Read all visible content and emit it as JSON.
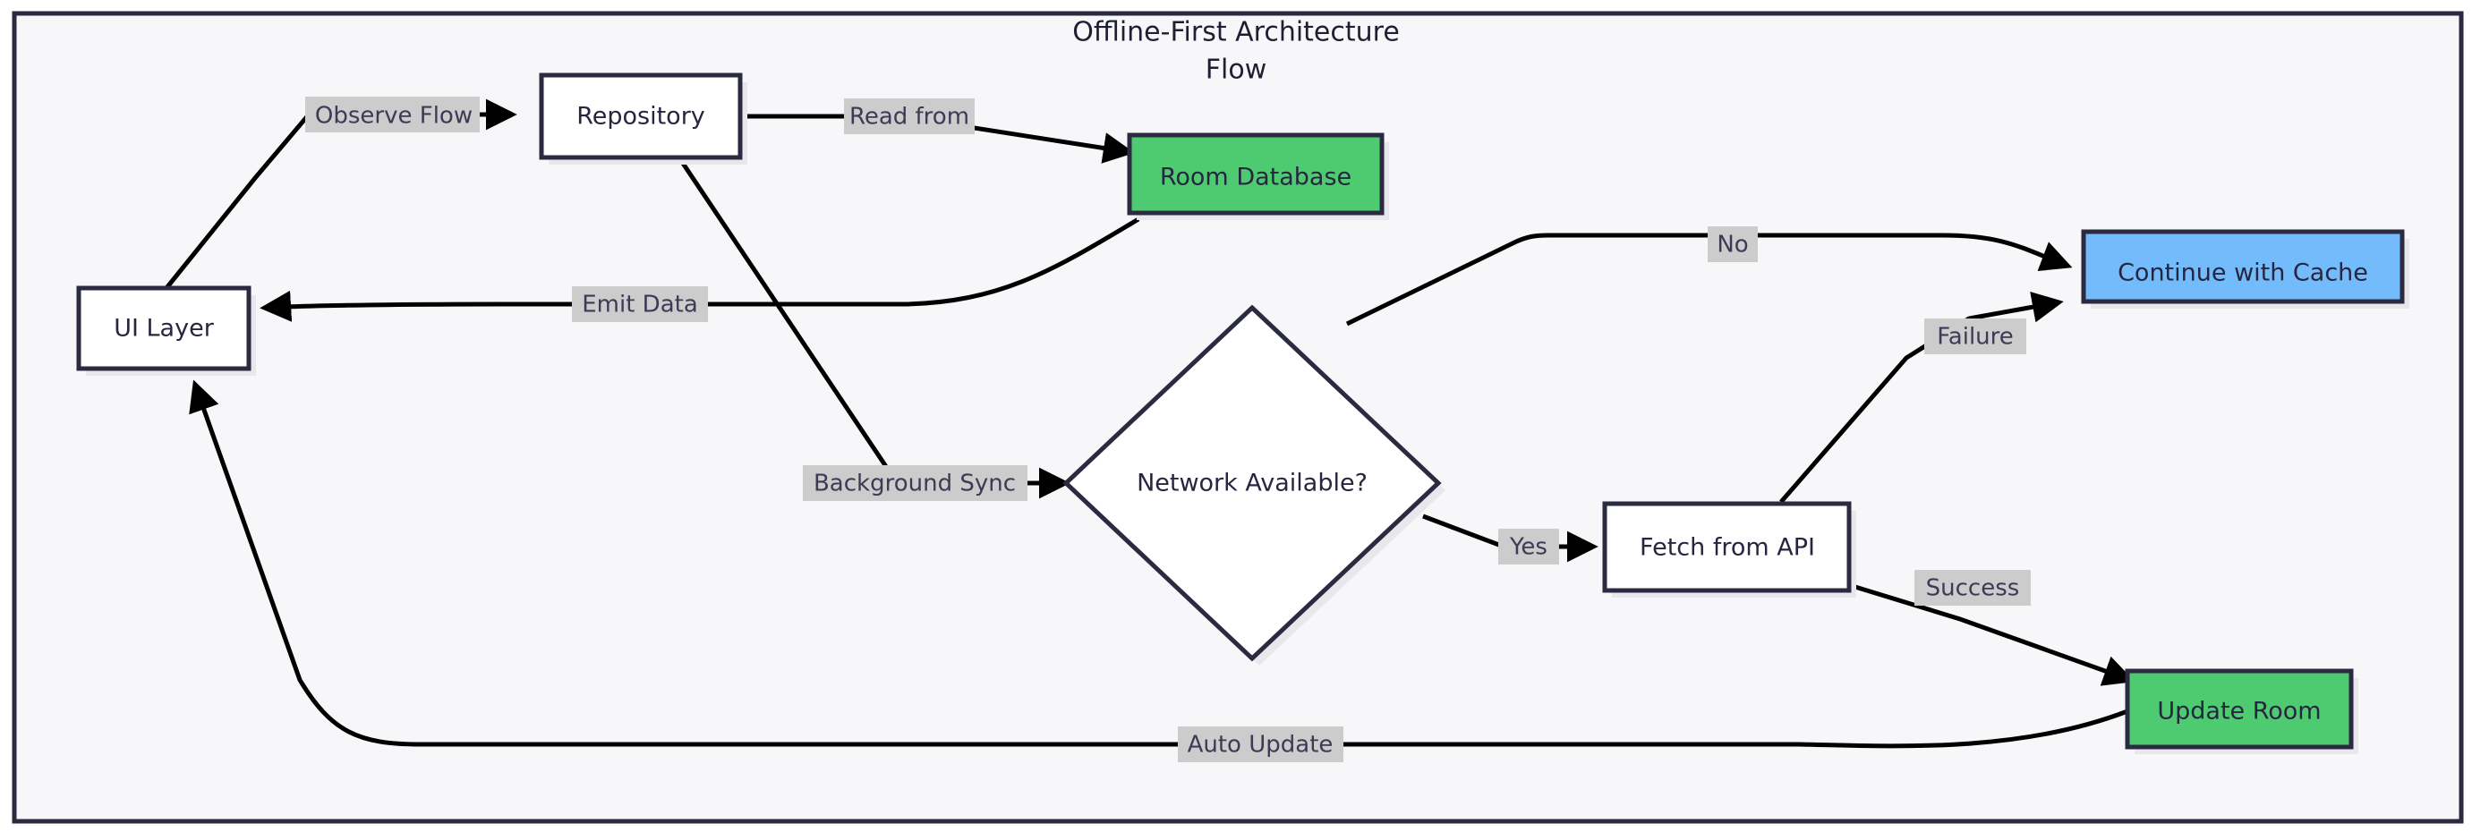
{
  "diagram": {
    "title_line1": "Offline-First Architecture",
    "title_line2": "Flow",
    "canvas": {
      "background": "#f7f7fa",
      "border_color": "#2a2a40",
      "page_background": "#ffffff"
    },
    "palette": {
      "node_fill_default": "#ffffff",
      "node_fill_green": "#4ecb71",
      "node_fill_blue": "#73bbfa",
      "node_stroke": "#2a2a40",
      "text_color": "#262640",
      "edge_color": "#000000",
      "edge_label_bg": "#cccccc",
      "shadow_color": "#e8e8ec"
    },
    "nodes": [
      {
        "id": "ui_layer",
        "label": "UI Layer",
        "shape": "rect",
        "fill": "#ffffff"
      },
      {
        "id": "repository",
        "label": "Repository",
        "shape": "rect",
        "fill": "#ffffff"
      },
      {
        "id": "room_database",
        "label": "Room Database",
        "shape": "rect",
        "fill": "#4ecb71"
      },
      {
        "id": "network_check",
        "label": "Network Available?",
        "shape": "diamond",
        "fill": "#ffffff"
      },
      {
        "id": "continue_cache",
        "label": "Continue with Cache",
        "shape": "rect",
        "fill": "#73bbfa"
      },
      {
        "id": "fetch_api",
        "label": "Fetch from API",
        "shape": "rect",
        "fill": "#ffffff"
      },
      {
        "id": "update_room",
        "label": "Update Room",
        "shape": "rect",
        "fill": "#4ecb71"
      }
    ],
    "edges": [
      {
        "id": "e1",
        "from": "ui_layer",
        "to": "repository",
        "label": "Observe Flow"
      },
      {
        "id": "e2",
        "from": "repository",
        "to": "room_database",
        "label": "Read from"
      },
      {
        "id": "e3",
        "from": "room_database",
        "to": "ui_layer",
        "label": "Emit Data"
      },
      {
        "id": "e4",
        "from": "repository",
        "to": "network_check",
        "label": "Background Sync"
      },
      {
        "id": "e5",
        "from": "network_check",
        "to": "continue_cache",
        "label": "No"
      },
      {
        "id": "e6",
        "from": "network_check",
        "to": "fetch_api",
        "label": "Yes"
      },
      {
        "id": "e7",
        "from": "fetch_api",
        "to": "continue_cache",
        "label": "Failure"
      },
      {
        "id": "e8",
        "from": "fetch_api",
        "to": "update_room",
        "label": "Success"
      },
      {
        "id": "e9",
        "from": "update_room",
        "to": "ui_layer",
        "label": "Auto Update"
      }
    ]
  }
}
